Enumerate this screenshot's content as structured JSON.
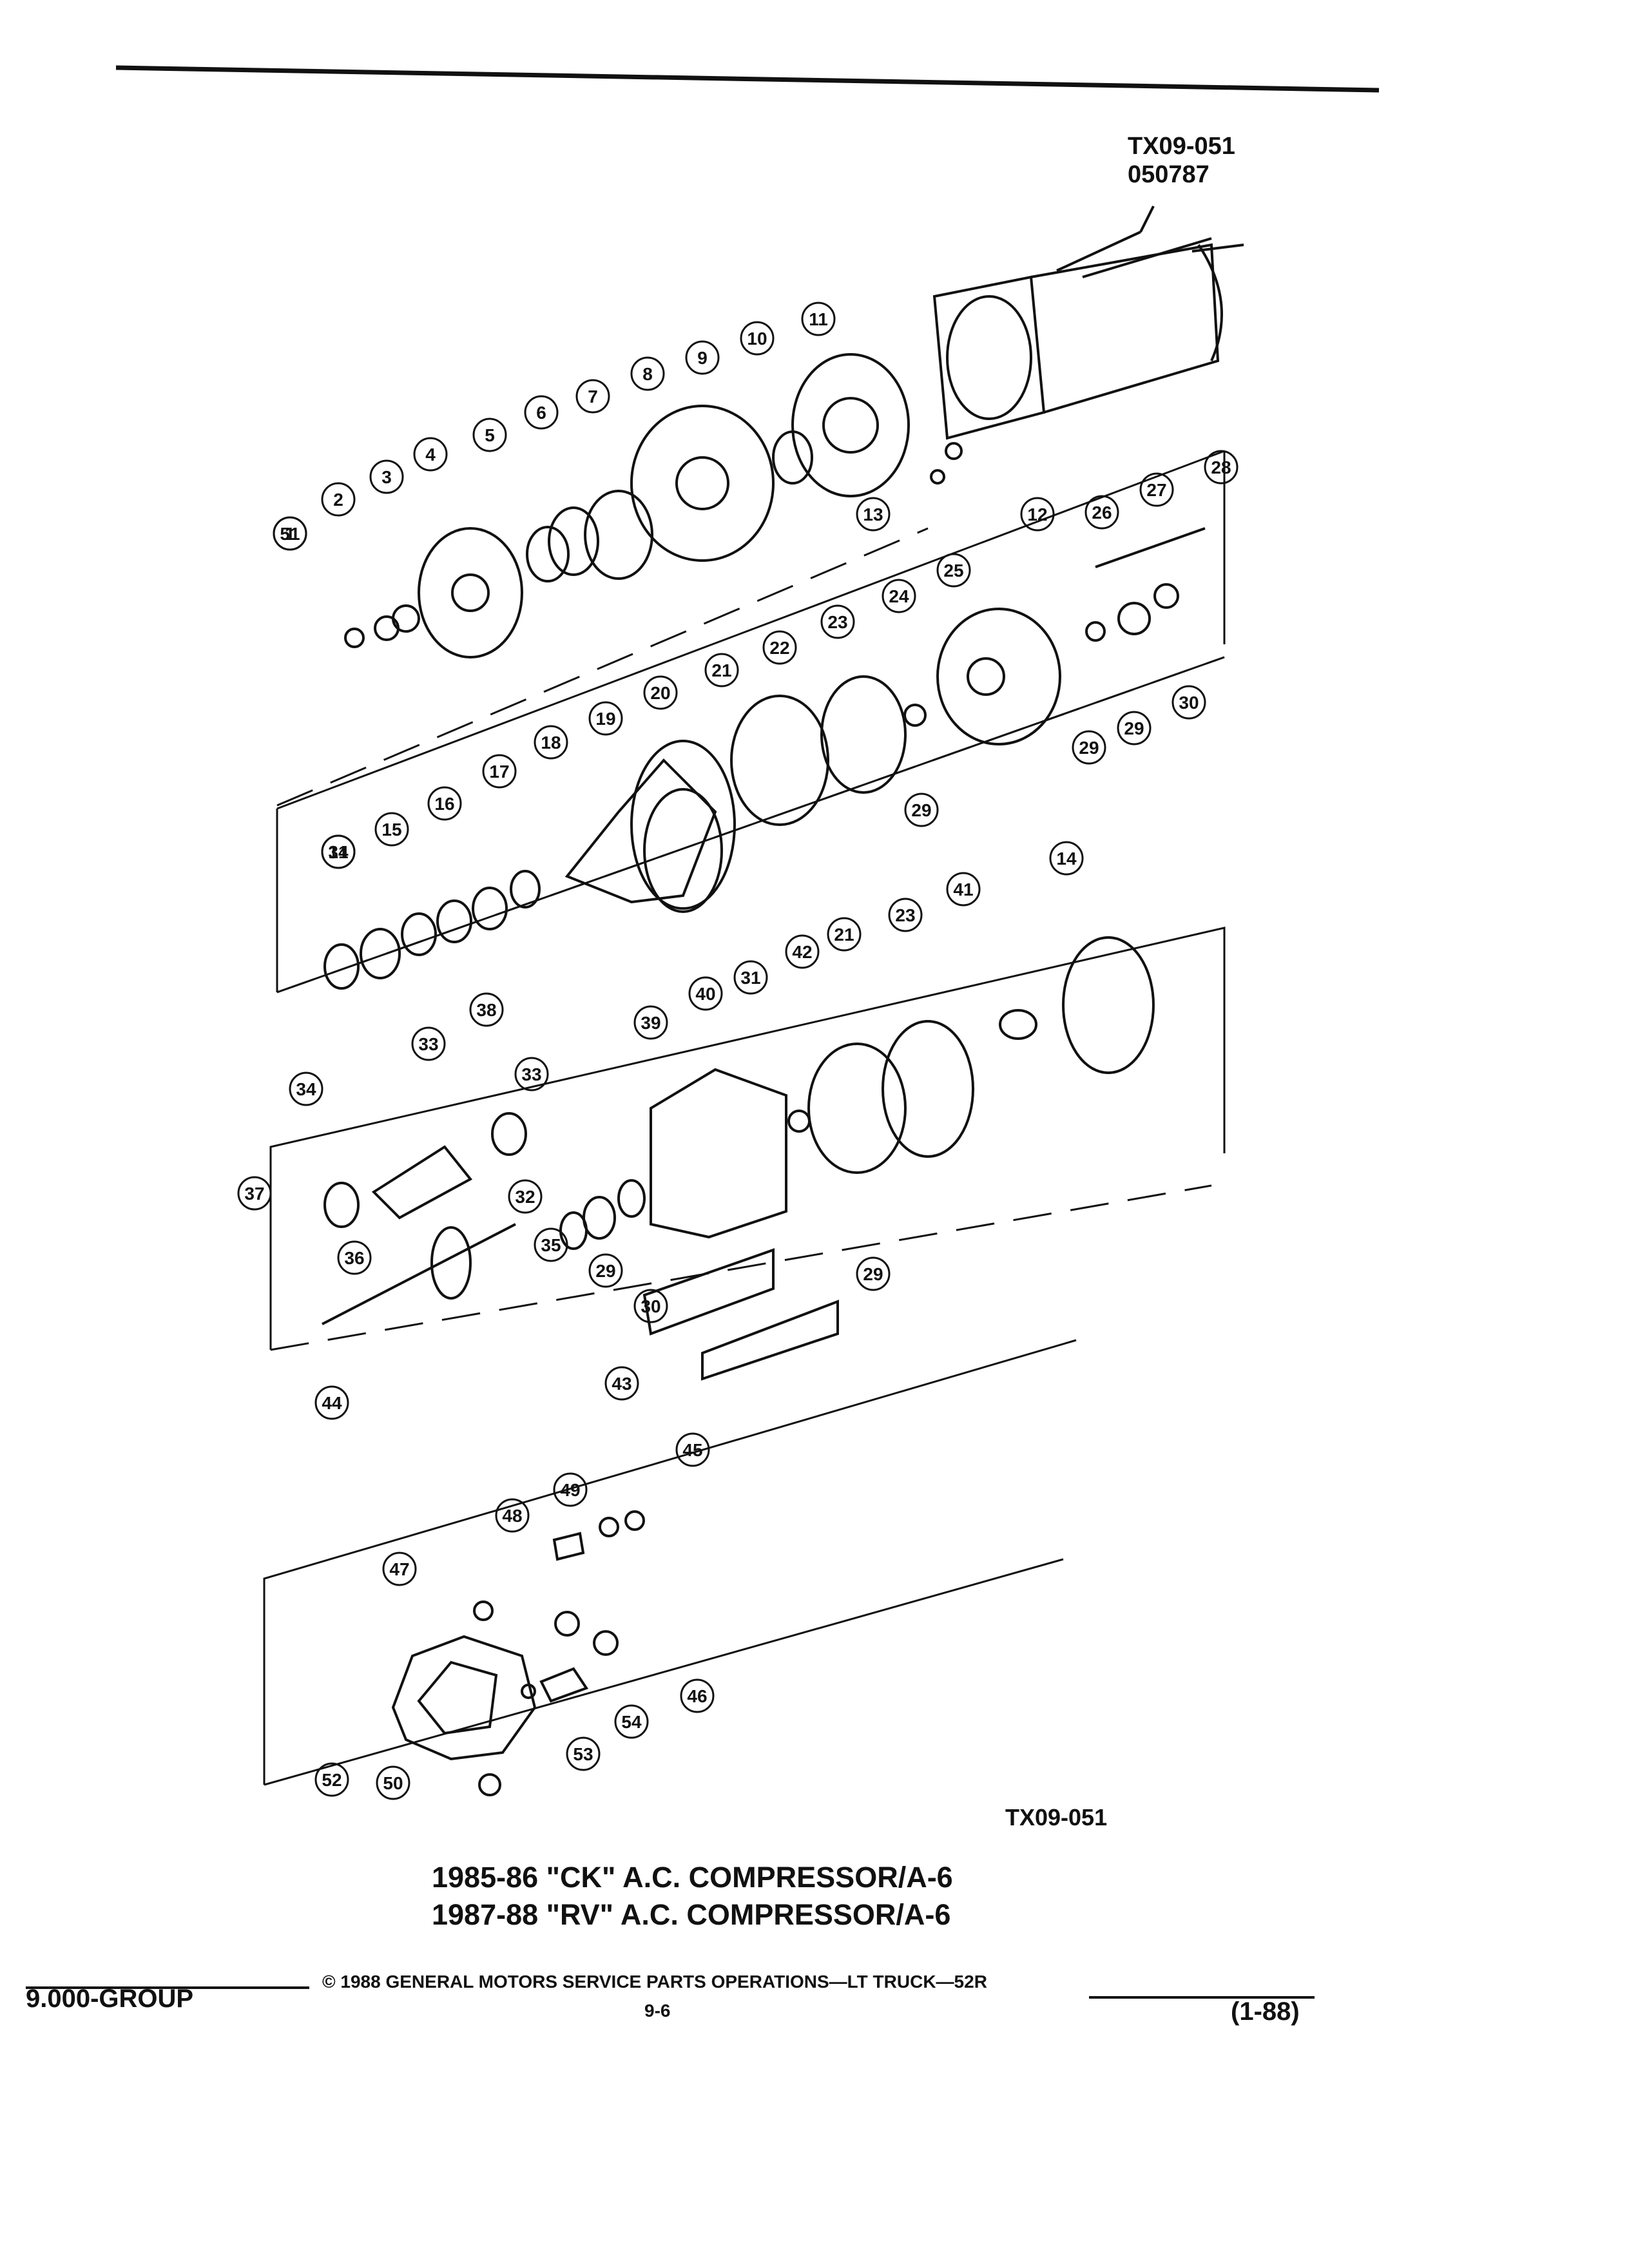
{
  "header": {
    "ref_code": "TX09-051",
    "ref_date": "050787"
  },
  "diagram": {
    "figure_ref": "TX09-051",
    "title_line1": "1985-86 \"CK\" A.C. COMPRESSOR/A-6",
    "title_line2": "1987-88 \"RV\" A.C. COMPRESSOR/A-6",
    "callouts": [
      "1",
      "2",
      "3",
      "4",
      "5",
      "6",
      "7",
      "8",
      "9",
      "10",
      "11",
      "12",
      "13",
      "14",
      "15",
      "16",
      "17",
      "18",
      "19",
      "20",
      "21",
      "22",
      "23",
      "24",
      "25",
      "26",
      "27",
      "28",
      "29",
      "29",
      "30",
      "29",
      "31",
      "14",
      "21",
      "23",
      "41",
      "42",
      "31",
      "40",
      "39",
      "38",
      "33",
      "34",
      "33",
      "37",
      "32",
      "36",
      "35",
      "29",
      "30",
      "29",
      "43",
      "44",
      "45",
      "49",
      "48",
      "47",
      "46",
      "54",
      "53",
      "52",
      "50",
      "51"
    ]
  },
  "footer": {
    "group": "9.000-GROUP",
    "copyright": "© 1988 GENERAL MOTORS SERVICE PARTS OPERATIONS—LT TRUCK—52R",
    "page": "9-6",
    "revision": "(1-88)"
  }
}
